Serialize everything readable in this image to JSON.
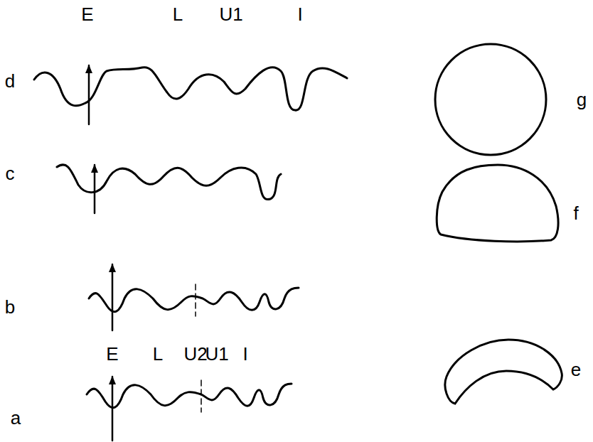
{
  "diagram": {
    "labels": [
      "E",
      "L",
      "U1",
      "I",
      "d",
      "c",
      "b",
      "E",
      "L",
      "U2",
      "U1",
      "I",
      "a",
      "g",
      "f",
      "e"
    ]
  }
}
